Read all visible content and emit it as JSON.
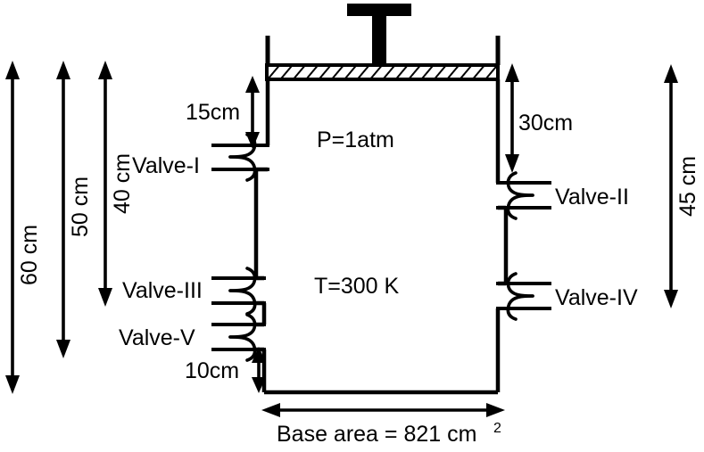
{
  "figure": {
    "type": "engineering-schematic",
    "subject": "piston-cylinder gas container with five valves",
    "background_color": "#ffffff",
    "line_color": "#000000"
  },
  "container": {
    "pressure_label": "P=1atm",
    "temperature_label": "T=300 K",
    "base_area_label": "Base area = 821 cm",
    "base_area_exponent": "2"
  },
  "valves": [
    {
      "id": "valve-1",
      "label": "Valve-I",
      "side": "left",
      "label_side": "left"
    },
    {
      "id": "valve-2",
      "label": "Valve-II",
      "side": "right",
      "label_side": "right"
    },
    {
      "id": "valve-3",
      "label": "Valve-III",
      "side": "left",
      "label_side": "left"
    },
    {
      "id": "valve-4",
      "label": "Valve-IV",
      "side": "right",
      "label_side": "right"
    },
    {
      "id": "valve-5",
      "label": "Valve-V",
      "side": "left",
      "label_side": "left"
    }
  ],
  "dimensions": {
    "left_outer": {
      "id": "dim-60cm",
      "label": "60 cm",
      "orientation": "vertical",
      "position": "far-left"
    },
    "left_middle": {
      "id": "dim-50cm",
      "label": "50 cm",
      "orientation": "vertical",
      "position": "left"
    },
    "left_inner": {
      "id": "dim-40cm",
      "label": "40 cm",
      "orientation": "vertical",
      "position": "left-inner"
    },
    "right_outer": {
      "id": "dim-45cm",
      "label": "45 cm",
      "orientation": "vertical",
      "position": "far-right"
    },
    "top_left": {
      "id": "dim-15cm",
      "label": "15cm",
      "orientation": "vertical",
      "position": "inside-top-left"
    },
    "top_right": {
      "id": "dim-30cm",
      "label": "30cm",
      "orientation": "vertical",
      "position": "inside-top-right"
    },
    "bottom_left": {
      "id": "dim-10cm",
      "label": "10cm",
      "orientation": "vertical",
      "position": "inside-bottom-left"
    }
  },
  "chart_data": {
    "type": "diagram",
    "title": "",
    "annotations": [
      "15cm",
      "30cm",
      "10cm",
      "60 cm",
      "50 cm",
      "40 cm",
      "45 cm",
      "P=1atm",
      "T=300 K",
      "Valve-I",
      "Valve-II",
      "Valve-III",
      "Valve-IV",
      "Valve-V",
      "Base area = 821 cm2"
    ],
    "values": {
      "piston_to_valve_I_cm": 15,
      "piston_to_valve_II_cm": 30,
      "valve_V_to_base_cm": 10,
      "total_height_cm": 60,
      "mid_height_cm": 50,
      "valve_III_height_cm": 40,
      "right_height_cm": 45,
      "base_area_cm2": 821,
      "pressure_atm": 1,
      "temperature_K": 300
    }
  }
}
